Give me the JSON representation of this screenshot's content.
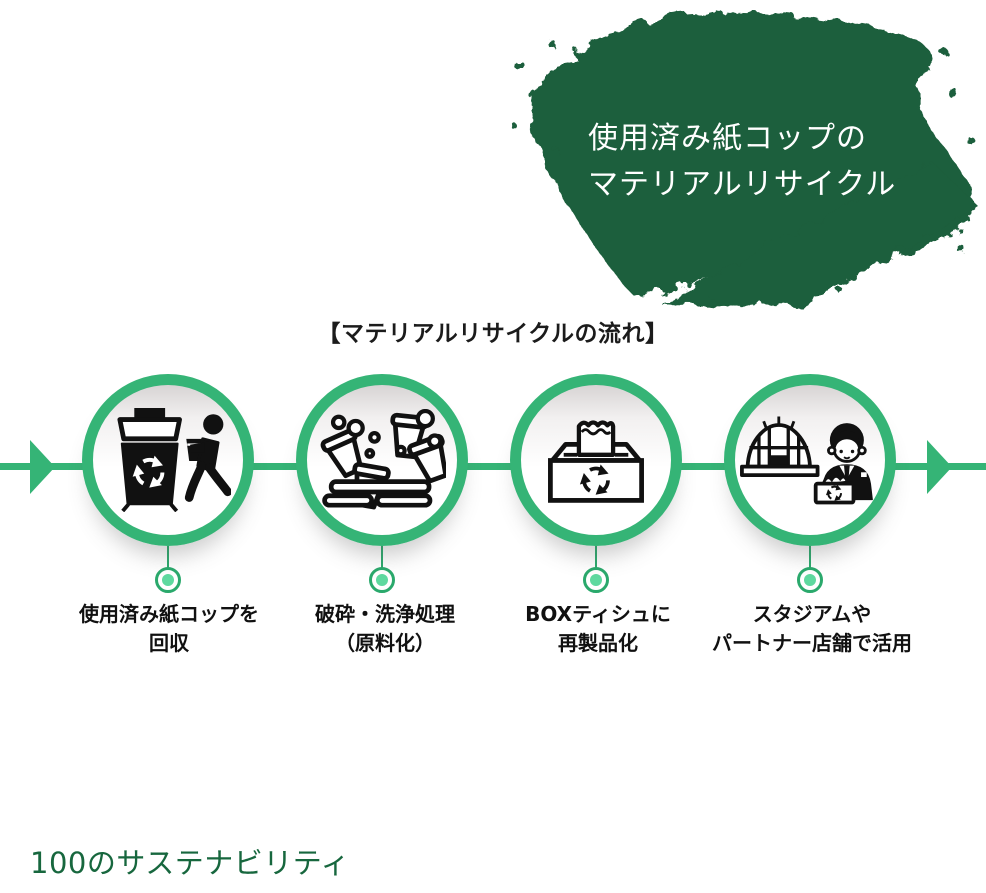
{
  "hero": {
    "title_line1": "使用済み紙コップの",
    "title_line2": "マテリアルリサイクル",
    "brush_color": "#1d5e3c",
    "text_color": "#ffffff"
  },
  "flow": {
    "heading": "【マテリアルリサイクルの流れ】",
    "line_color": "#35b476",
    "dot_color": "#5ed99f",
    "icon_color": "#111111",
    "steps": [
      {
        "icon": "recycle-bin-and-person-icon",
        "label_line1": "使用済み紙コップを",
        "label_line2": "回収"
      },
      {
        "icon": "crushed-cups-washing-icon",
        "label_line1": "破砕・洗浄処理",
        "label_line2": "（原料化）"
      },
      {
        "icon": "tissue-box-recycle-icon",
        "label_line1": "BOXティシュに",
        "label_line2": "再製品化"
      },
      {
        "icon": "stadium-and-staff-icon",
        "label_line1": "スタジアムや",
        "label_line2": "パートナー店舗で活用"
      }
    ]
  },
  "footer": {
    "text": "100のサステナビリティ",
    "color": "#17673e"
  }
}
